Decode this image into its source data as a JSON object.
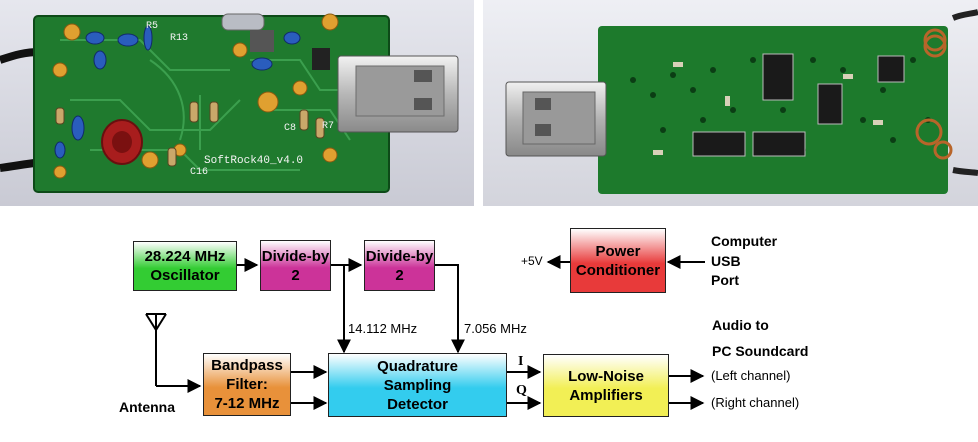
{
  "photos": {
    "left": {
      "silkscreen": {
        "board_name": "SoftRock40_v4.0",
        "r13": "R13",
        "c16": "C16",
        "c8": "C8",
        "r7": "R7",
        "r5": "R5"
      }
    },
    "right": {}
  },
  "diagram": {
    "blocks": {
      "oscillator": "28.224 MHz\nOscillator",
      "divider1": "Divide-by\n2",
      "divider2": "Divide-by\n2",
      "power": "Power\nConditioner",
      "bandpass": "Bandpass\nFilter:\n7-12 MHz",
      "detector": "Quadrature\nSampling\nDetector",
      "amplifiers": "Low-Noise\nAmplifiers"
    },
    "labels": {
      "freq1": "14.112 MHz",
      "freq2": "7.056 MHz",
      "plus5v": "+5V",
      "usb1": "Computer",
      "usb2": "USB",
      "usb3": "Port",
      "audio1": "Audio to",
      "audio2": "PC Soundcard",
      "left": "(Left channel)",
      "right": "(Right channel)",
      "antenna": "Antenna",
      "i": "I",
      "q": "Q"
    },
    "colors": {
      "oscillator": "#33cc33",
      "divider": "#cc3399",
      "power": "#e83a3a",
      "bandpass": "#e8913a",
      "detector": "#33ccee",
      "amplifiers": "#f2ef55"
    }
  }
}
